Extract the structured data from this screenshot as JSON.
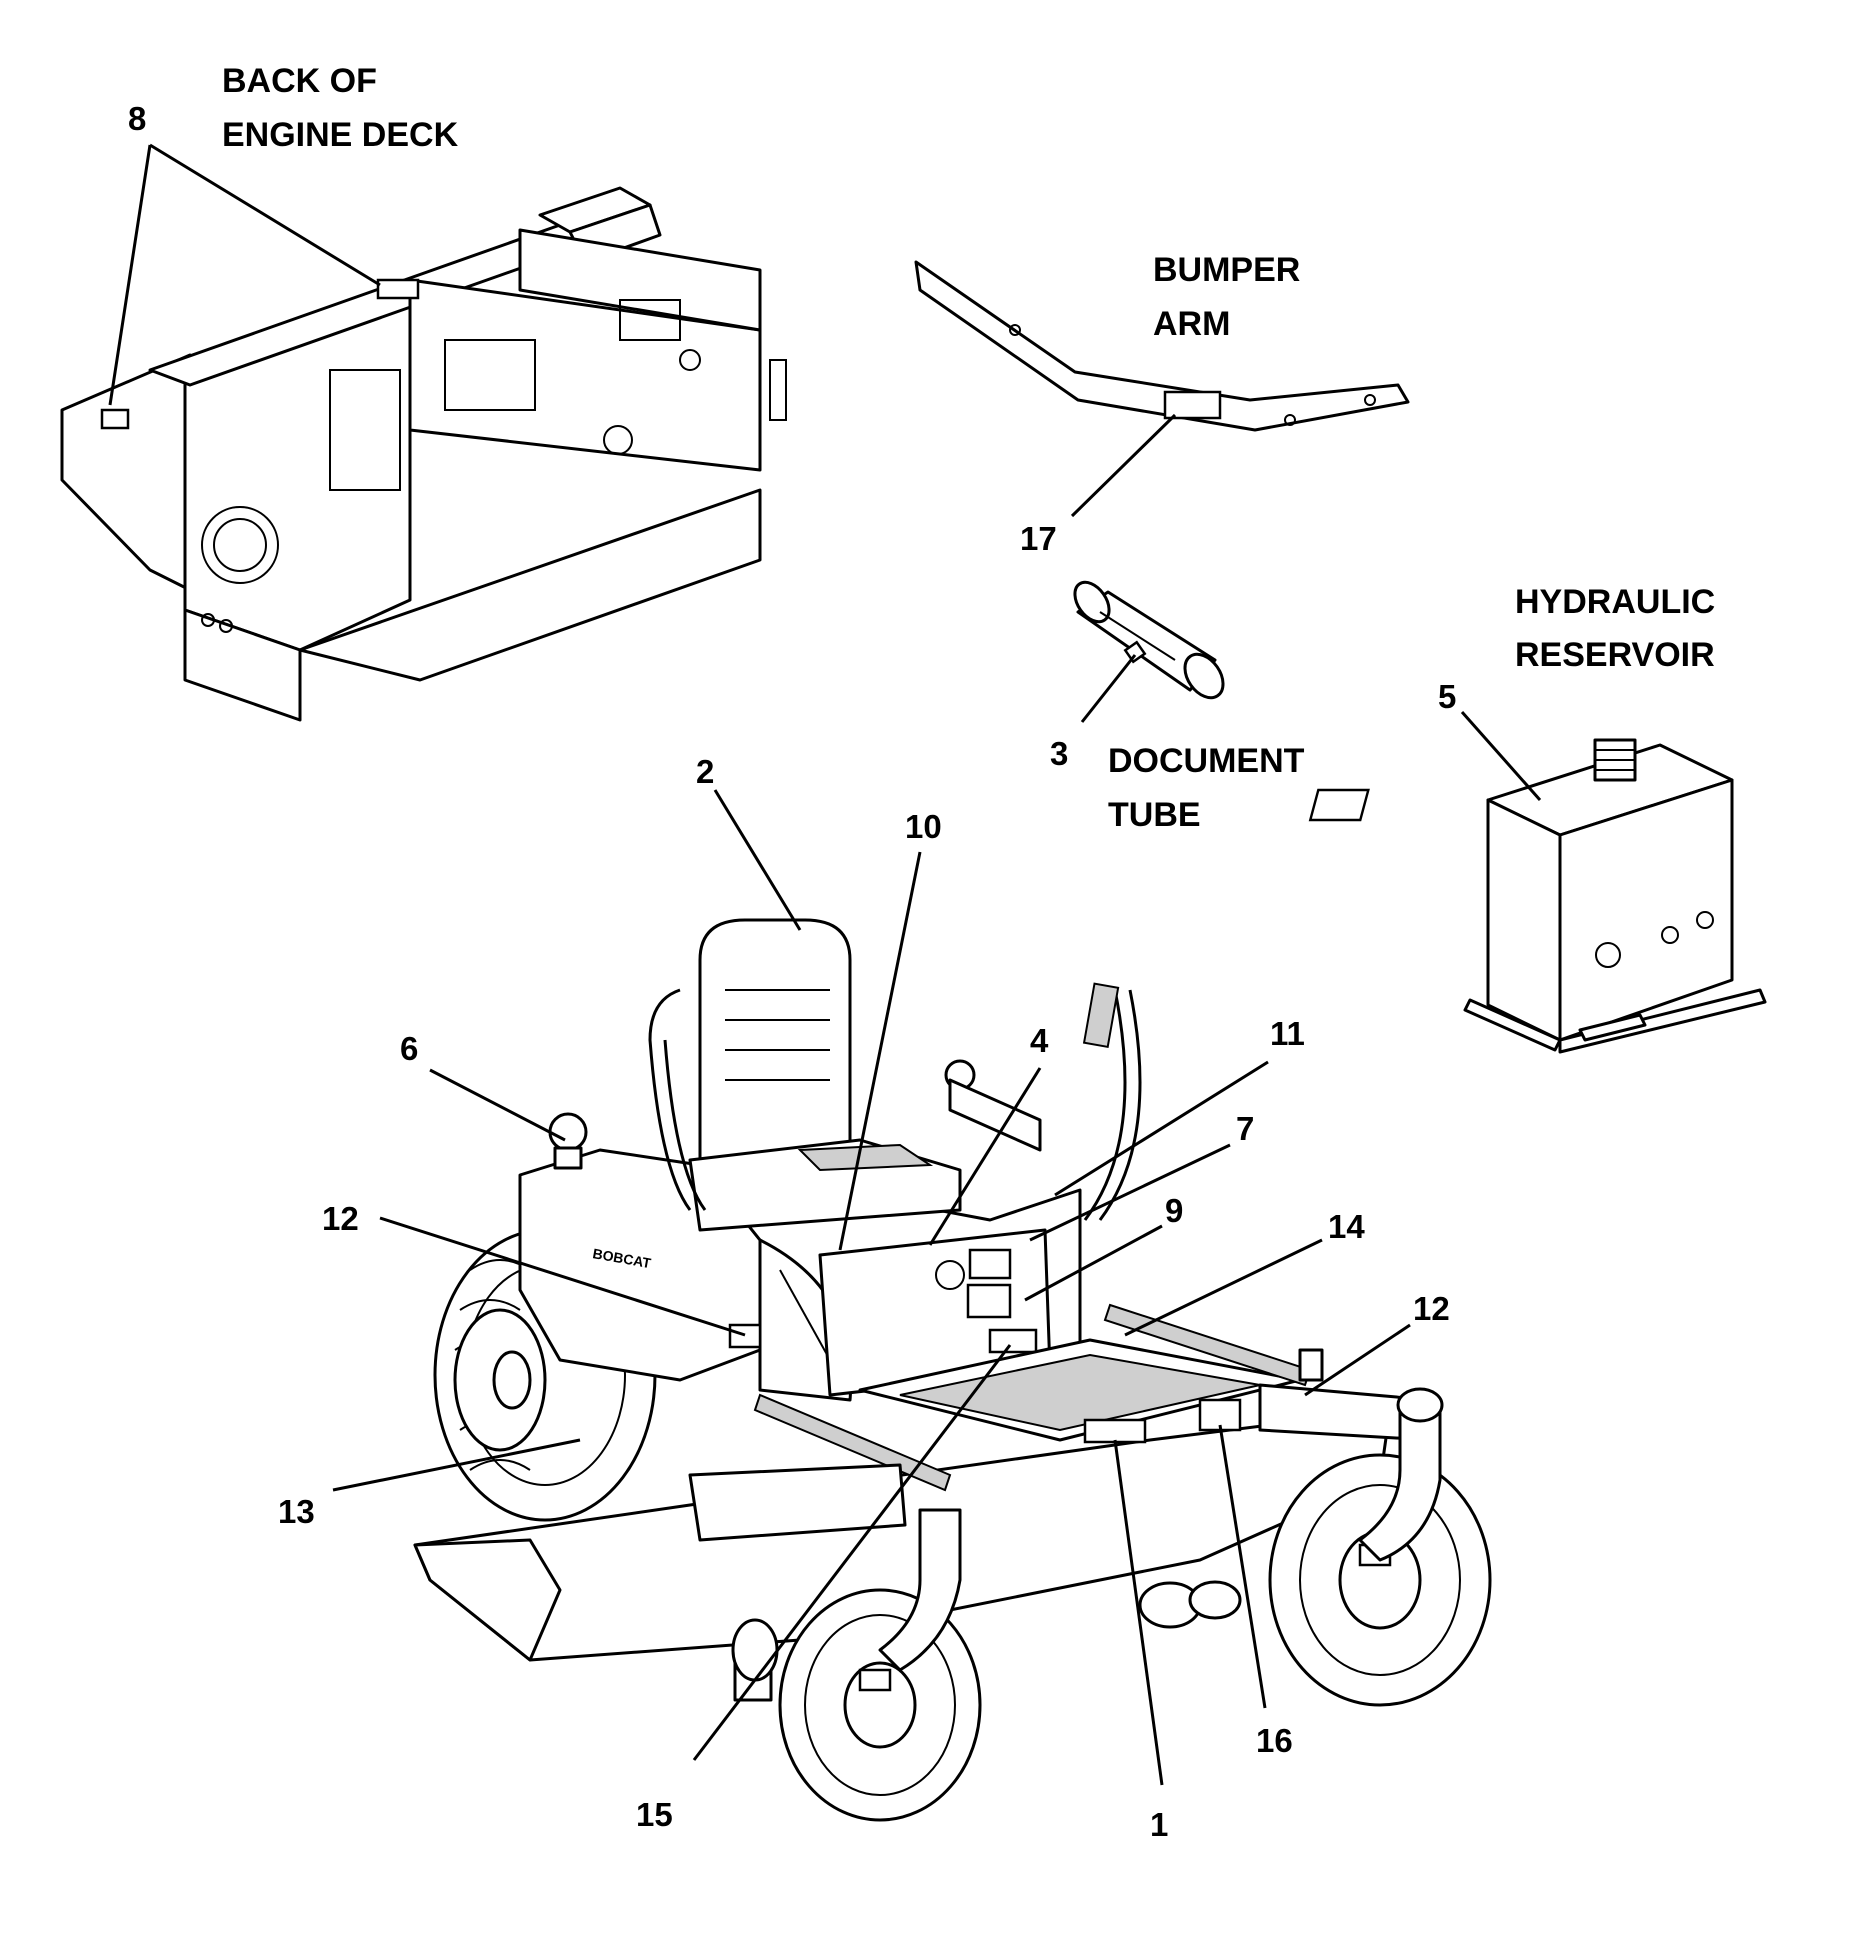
{
  "titles": {
    "engine_deck_line1": "BACK OF",
    "engine_deck_line2": "ENGINE DECK",
    "bumper_line1": "BUMPER",
    "bumper_line2": "ARM",
    "hydraulic_line1": "HYDRAULIC",
    "hydraulic_line2": "RESERVOIR",
    "document_line1": "DOCUMENT",
    "document_line2": "TUBE"
  },
  "callouts": {
    "c1": "1",
    "c2": "2",
    "c3": "3",
    "c4": "4",
    "c5": "5",
    "c6": "6",
    "c7": "7",
    "c8": "8",
    "c9": "9",
    "c10": "10",
    "c11": "11",
    "c12a": "12",
    "c12b": "12",
    "c13": "13",
    "c14": "14",
    "c15": "15",
    "c16": "16",
    "c17": "17"
  },
  "brand_mark": "BOBCAT"
}
